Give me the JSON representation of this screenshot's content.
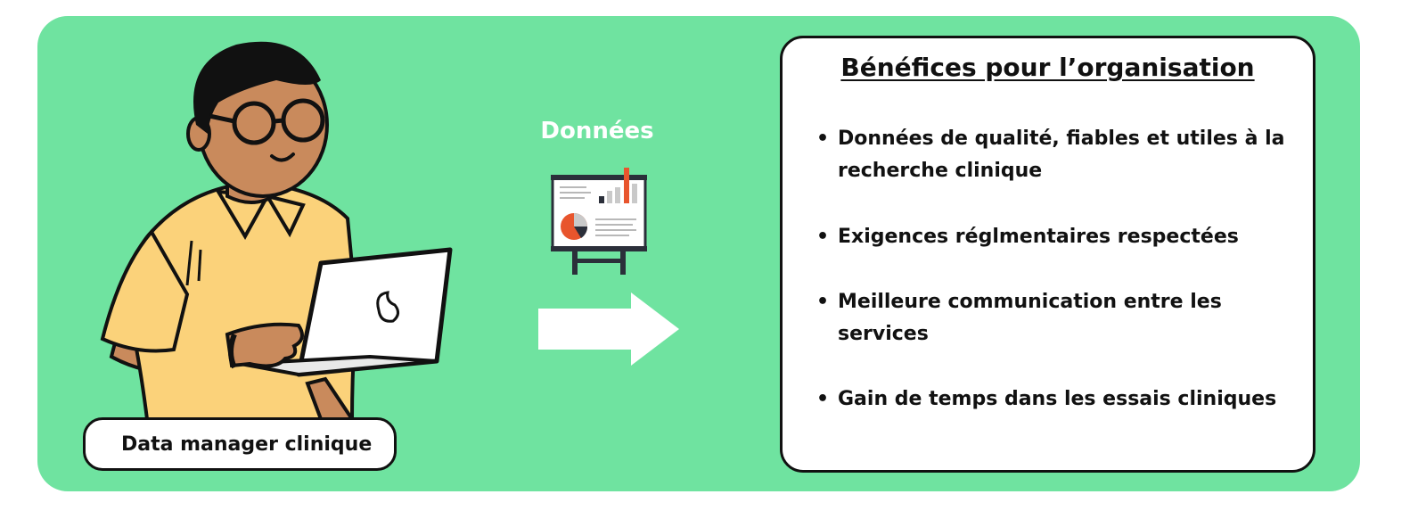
{
  "person": {
    "caption": "Data manager clinique",
    "icon": "person-with-laptop"
  },
  "flow": {
    "label": "Données",
    "board_icon": "presentation-board-icon",
    "arrow_icon": "arrow-right-icon"
  },
  "benefits": {
    "title": "Bénéfices pour l’organisation",
    "items": [
      {
        "bullet": "•",
        "text": "Données de qualité, fiables et utiles à la recherche clinique"
      },
      {
        "bullet": "•",
        "text": "Exigences réglmentaires respectées"
      },
      {
        "bullet": "•",
        "text": "Meilleure communication entre les services"
      },
      {
        "bullet": "•",
        "text": "Gain de temps dans les essais cliniques"
      }
    ]
  },
  "colors": {
    "background": "#6fe3a0",
    "box": "#ffffff",
    "border": "#111111",
    "chart_accent": "#e8552d",
    "shirt": "#fbd27a",
    "skin": "#c98a5c"
  }
}
